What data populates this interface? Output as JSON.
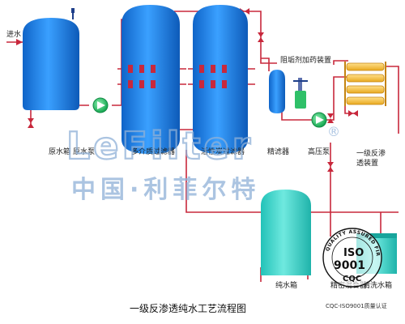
{
  "labels": {
    "inlet": "进水",
    "raw_tank": "原水箱",
    "raw_pump": "原水泵",
    "multimedia_filter": "多介质过滤器",
    "carbon_filter": "活性炭过滤器",
    "precision_filter": "精滤器",
    "high_pressure_pump": "高压泵",
    "antiscalant_dosing": "阻垢剂加药装置",
    "ro_unit_line1": "一级反渗",
    "ro_unit_line2": "透装置",
    "pure_tank": "纯水箱",
    "precision_mixer": "精密混合器",
    "cleaning_tank": "清洗水箱"
  },
  "caption": "一级反渗透纯水工艺流程图",
  "watermark": {
    "brand": "LeFilter",
    "chinese": "中国·利菲尔特",
    "registered": "®"
  },
  "certification": {
    "seal_text": "QUALITY ASSURED FIRM",
    "iso": "ISO",
    "number": "9001",
    "mark": "CQC",
    "footer": "CQC-ISO9001质量认证"
  },
  "colors": {
    "tank_blue": "#1f7fe6",
    "tank_teal": "#3fd9cf",
    "pipe_red": "#c8283c",
    "pump_green": "#2fc068",
    "ro_yellow": "#f5c542",
    "watermark": "#8fb1d8"
  }
}
